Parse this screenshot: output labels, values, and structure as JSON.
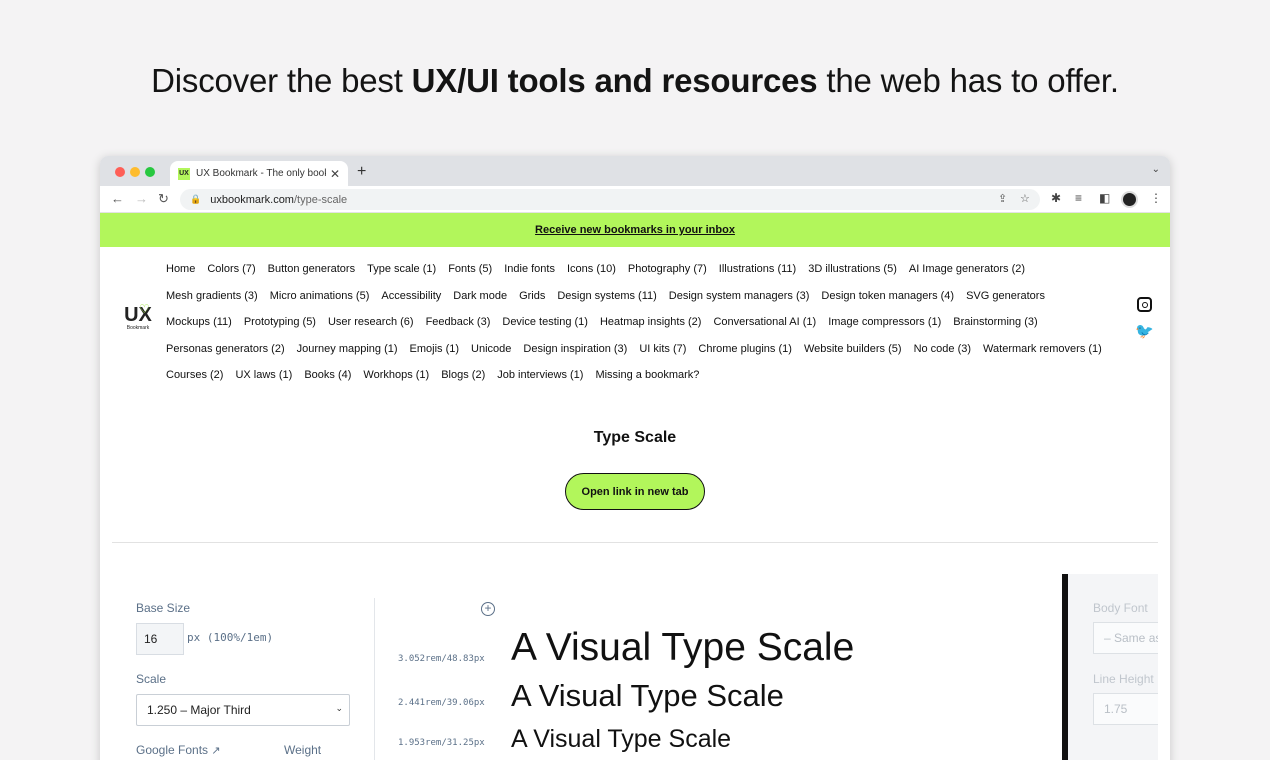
{
  "headline": {
    "pre": "Discover the best ",
    "bold": "UX/UI tools and resources",
    "post": " the web has to offer."
  },
  "browser": {
    "tab_title": "UX Bookmark - The only bookmark",
    "favicon_text": "UX",
    "url_domain": "uxbookmark.com",
    "url_path": "/type-scale"
  },
  "banner": {
    "text": "Receive new bookmarks in your inbox",
    "color": "#b2f65b"
  },
  "logo": {
    "main": "UX",
    "sub": "Bookmark"
  },
  "nav": {
    "rows": [
      [
        "Home",
        "Colors (7)",
        "Button generators",
        "Type scale (1)",
        "Fonts (5)",
        "Indie fonts",
        "Icons (10)",
        "Photography (7)",
        "Illustrations (11)",
        "3D illustrations (5)",
        "AI Image generators (2)"
      ],
      [
        "Mesh gradients (3)",
        "Micro animations (5)",
        "Accessibility",
        "Dark mode",
        "Grids",
        "Design systems (11)",
        "Design system managers (3)",
        "Design token managers (4)",
        "SVG generators"
      ],
      [
        "Mockups (11)",
        "Prototyping (5)",
        "User research (6)",
        "Feedback (3)",
        "Device testing (1)",
        "Heatmap insights (2)",
        "Conversational AI (1)",
        "Image compressors (1)",
        "Brainstorming (3)"
      ],
      [
        "Personas generators (2)",
        "Journey mapping (1)",
        "Emojis (1)",
        "Unicode",
        "Design inspiration (3)",
        "UI kits (7)",
        "Chrome plugins (1)",
        "Website builders (5)",
        "No code (3)",
        "Watermark removers (1)"
      ],
      [
        "Courses (2)",
        "UX laws (1)",
        "Books (4)",
        "Workhops (1)",
        "Blogs (2)",
        "Job interviews (1)",
        "Missing a bookmark?"
      ]
    ]
  },
  "page": {
    "title": "Type Scale",
    "open_button": "Open link in new tab"
  },
  "tool": {
    "base_size_label": "Base Size",
    "base_size_value": "16",
    "base_unit": "px (100%/1em)",
    "scale_label": "Scale",
    "scale_value": "1.250 – Major Third",
    "google_fonts_label": "Google Fonts",
    "weight_label": "Weight",
    "samples": [
      {
        "meta": "3.052rem/48.83px",
        "text": "A Visual Type Scale"
      },
      {
        "meta": "2.441rem/39.06px",
        "text": "A Visual Type Scale"
      },
      {
        "meta": "1.953rem/31.25px",
        "text": "A Visual Type Scale"
      }
    ],
    "body_font_label": "Body Font",
    "body_font_value": "– Same as headings –",
    "line_height_label": "Line Height",
    "line_height_value": "1.75"
  }
}
